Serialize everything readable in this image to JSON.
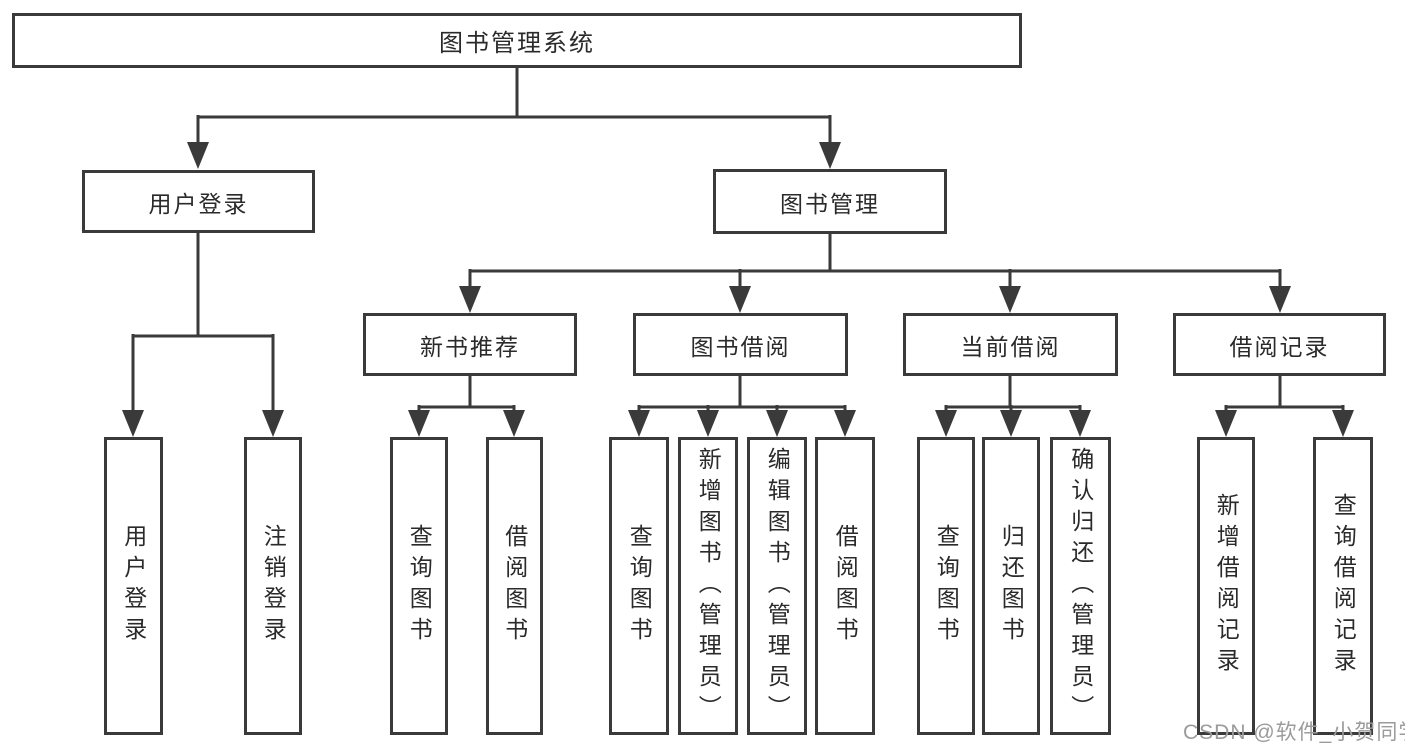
{
  "tree": {
    "root": "图书管理系统",
    "branches": [
      {
        "label": "用户登录",
        "children": [
          "用户登录",
          "注销登录"
        ]
      },
      {
        "label": "图书管理",
        "sections": [
          {
            "label": "新书推荐",
            "children": [
              "查询图书",
              "借阅图书"
            ]
          },
          {
            "label": "图书借阅",
            "children": [
              "查询图书",
              "新增图书（管理员）",
              "编辑图书（管理员）",
              "借阅图书"
            ]
          },
          {
            "label": "当前借阅",
            "children": [
              "查询图书",
              "归还图书",
              "确认归还（管理员）"
            ]
          },
          {
            "label": "借阅记录",
            "children": [
              "新增借阅记录",
              "查询借阅记录"
            ]
          }
        ]
      }
    ]
  },
  "watermark": "CSDN @软件_小贺同学",
  "colors": {
    "line": "#3a3a3a",
    "text": "#2a2a2a",
    "watermark": "#9b9b9b",
    "background": "#ffffff"
  }
}
